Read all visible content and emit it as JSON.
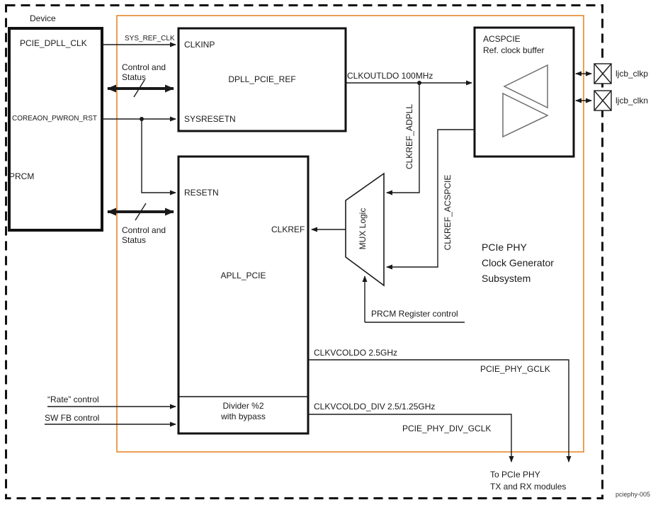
{
  "device_label": "Device",
  "watermark": "pciephy-005",
  "colors": {
    "subsystem_border": "#E8872A",
    "ink": "#1A1A1A",
    "buffer_outline": "#6E6E6E"
  },
  "subsystem_title": {
    "line1": "PCIe PHY",
    "line2": "Clock Generator",
    "line3": "Subsystem"
  },
  "blocks": {
    "prcm": {
      "name": "PRCM",
      "out_clk": "PCIE_DPLL_CLK",
      "out_rst": "COREAON_PWRON_RST"
    },
    "dpll": {
      "name": "DPLL_PCIE_REF",
      "port_clkinp": "CLKINP",
      "port_sysresetn": "SYSRESETN"
    },
    "apll": {
      "name": "APLL_PCIE",
      "port_resetn": "RESETN",
      "port_clkref": "CLKREF",
      "divider_line1": "Divider %2",
      "divider_line2": "with bypass"
    },
    "acspcie": {
      "name_line1": "ACSPCIE",
      "name_line2": "Ref. clock buffer"
    },
    "mux": {
      "name": "MUX Logic"
    }
  },
  "signals": {
    "sys_ref_clk": "SYS_REF_CLK",
    "control_and_status": "Control and Status",
    "clkoutldo": "CLKOUTLDO 100MHz",
    "clkref_adpll": "CLKREF_ADPLL",
    "clkref_acspcie": "CLKREF_ACSPCIE",
    "prcm_register_control": "PRCM Register control",
    "clkvcoldo": "CLKVCOLDO 2.5GHz",
    "pcie_phy_gclk": "PCIE_PHY_GCLK",
    "clkvcoldo_div": "CLKVCOLDO_DIV 2.5/1.25GHz",
    "pcie_phy_div_gclk": "PCIE_PHY_DIV_GCLK",
    "rate_control": "“Rate” control",
    "sw_fb_control": "SW FB control",
    "to_pcie_phy_line1": "To PCIe PHY",
    "to_pcie_phy_line2": "TX and RX modules"
  },
  "pads": {
    "clkp": "ljcb_clkp",
    "clkn": "ljcb_clkn"
  }
}
